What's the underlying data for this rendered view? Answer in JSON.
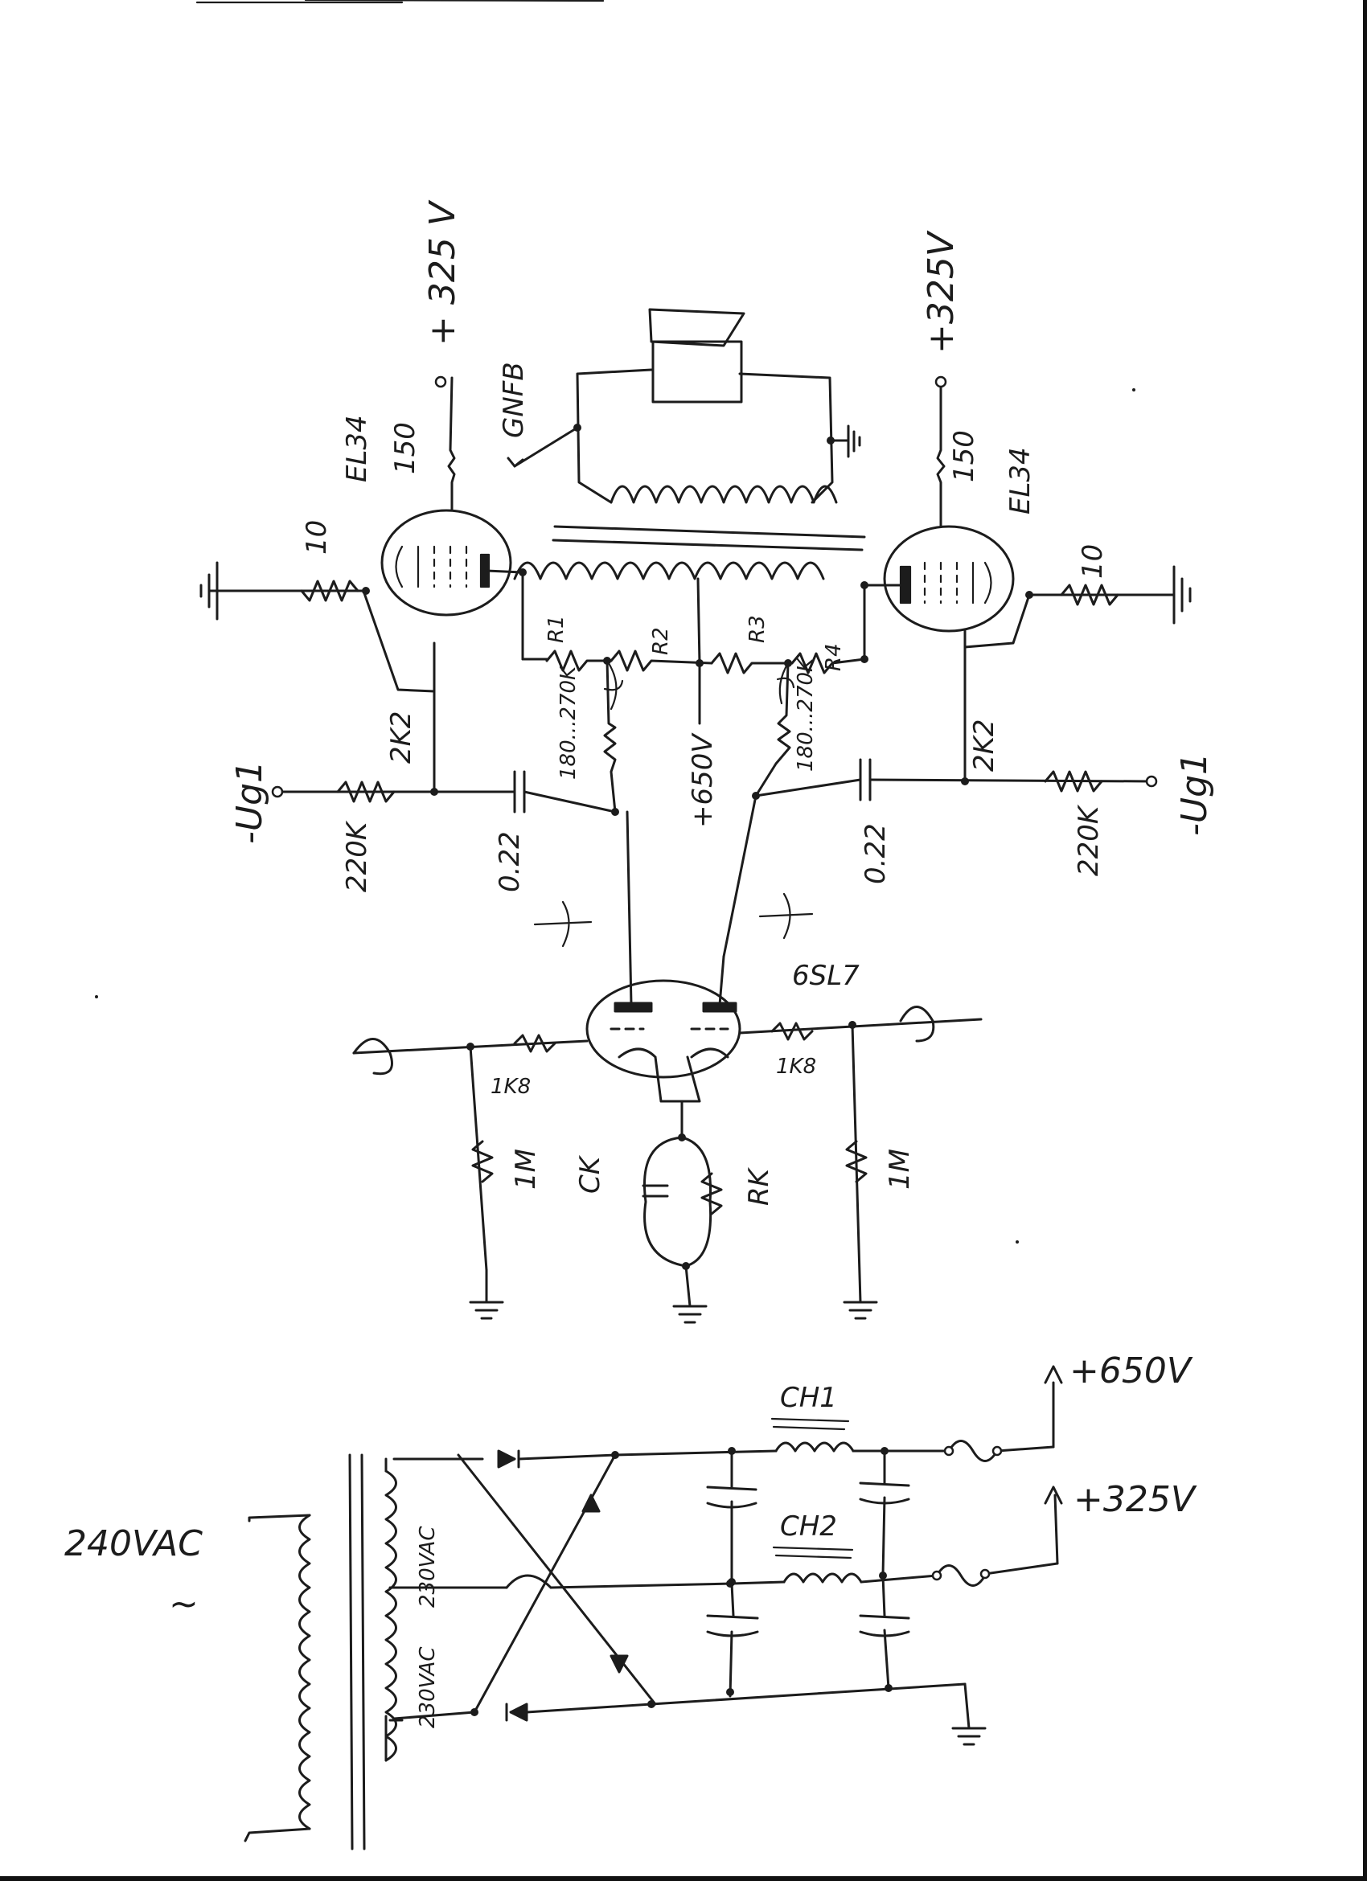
{
  "labels": {
    "tube_left": "EL34",
    "tube_right": "EL34",
    "plus_325_top_left": "+ 325 V",
    "plus_325_top_right": "+325V",
    "gnfb": "GNFB",
    "screen_res_left": "150",
    "screen_res_right": "150",
    "grid_stop_left": "10",
    "grid_stop_right": "10",
    "r1": "R1",
    "r2": "R2",
    "r3": "R3",
    "r4": "R4",
    "plate_load_left": "180...270K",
    "plate_load_right": "180...270K",
    "b_plus_650_mid": "+650V",
    "grid_res_left": "2K2",
    "grid_res_right": "2K2",
    "bias_res_left": "220K",
    "bias_res_right": "220K",
    "neg_bias_left": "-Ug1",
    "neg_bias_right": "-Ug1",
    "coupling_cap_left": "0.22",
    "coupling_cap_right": "0.22",
    "driver_tube": "6SL7",
    "grid_stop_driver_left": "1K8",
    "grid_stop_driver_right": "1K8",
    "grid_leak_left": "1M",
    "grid_leak_right": "1M",
    "cathode_cap": "CK",
    "cathode_res": "RK",
    "ps_out_650": "+650V",
    "ps_out_325": "+325V",
    "choke_1": "CH1",
    "choke_2": "CH2",
    "secondary_upper": "230VAC",
    "secondary_lower": "230VAC",
    "mains": "240VAC",
    "mains_symbol": "~"
  }
}
